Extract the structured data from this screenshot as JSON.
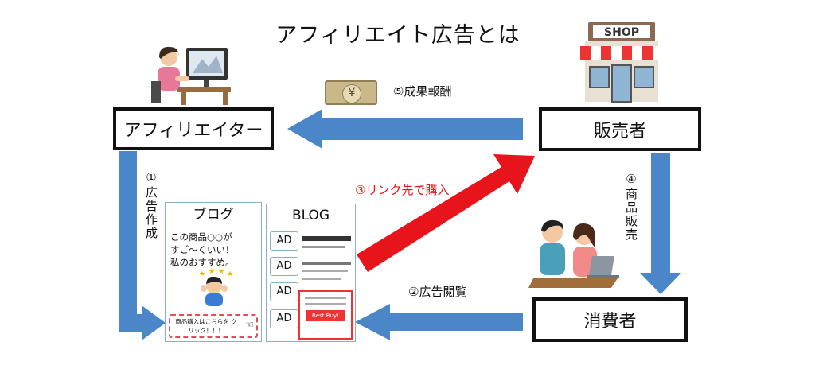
{
  "title": "アフィリエイト広告とは",
  "nodes": {
    "affiliator": "アフィリエイター",
    "seller": "販売者",
    "consumer": "消費者"
  },
  "steps": {
    "s1": "①広告作成",
    "s2": "②広告閲覧",
    "s3": "③リンク先で購入",
    "s4": "④商品販売",
    "s5": "⑤成果報酬"
  },
  "shop_sign": "SHOP",
  "money_symbol": "¥",
  "blog_jp": {
    "header": "ブログ",
    "lines": [
      "この商品○○が",
      "すご～くいい！",
      "私のおすすめ。"
    ],
    "cta": "商品購入はこちらを クリック！！！"
  },
  "blog_en": {
    "header": "BLOG",
    "ad_labels": [
      "AD",
      "AD",
      "AD",
      "AD"
    ],
    "button": "Best Buy!"
  },
  "colors": {
    "arrow_blue": "#4a86c8",
    "arrow_red": "#e8141b",
    "step3_text": "#e8141b",
    "box_border": "#111111"
  },
  "icons": [
    "woman-at-computer-icon",
    "shop-building-icon",
    "yen-banknote-icon",
    "couple-at-laptop-icon",
    "excited-boy-icon",
    "pointing-hand-icon"
  ]
}
